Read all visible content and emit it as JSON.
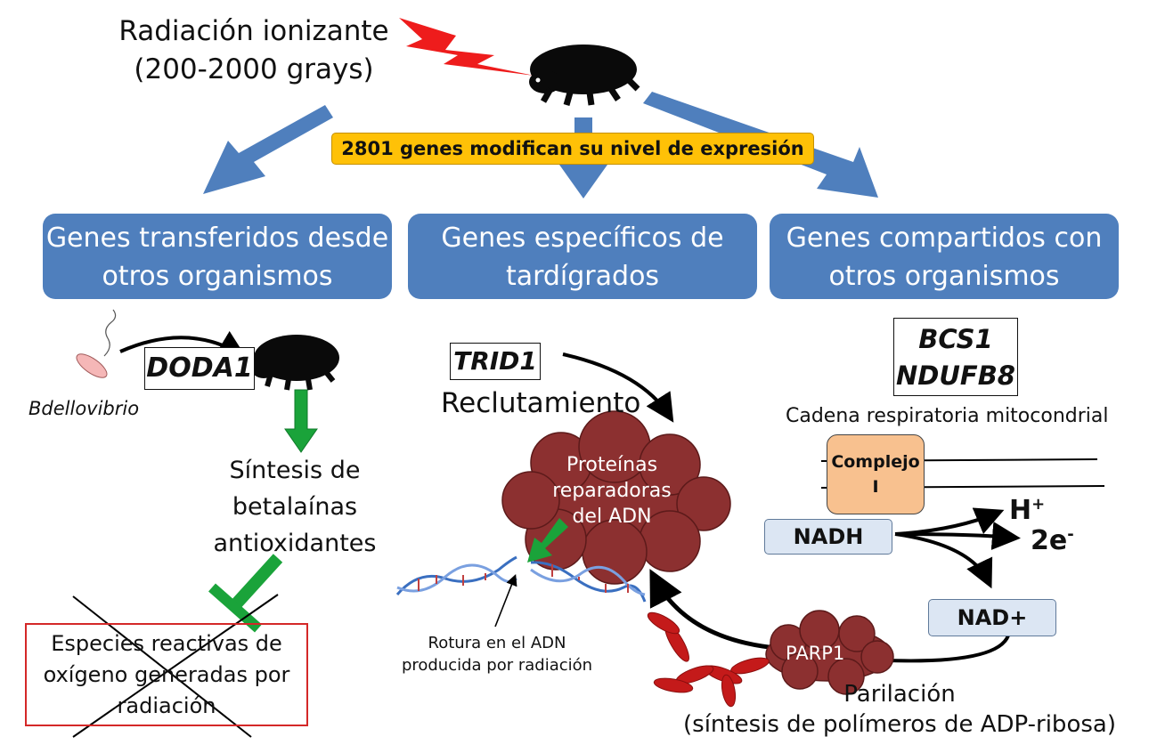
{
  "top": {
    "title_line1": "Radiación ionizante",
    "title_line2": "(200-2000 grays)",
    "banner": "2801 genes modifican su nivel de expresión"
  },
  "categories": [
    {
      "line1": "Genes transferidos desde",
      "line2": "otros organismos"
    },
    {
      "line1": "Genes específicos de",
      "line2": "tardígrados"
    },
    {
      "line1": "Genes compartidos con",
      "line2": "otros organismos"
    }
  ],
  "left": {
    "gene": "DODA1",
    "bacterium": "Bdellovibrio",
    "synthesis_line1": "Síntesis de",
    "synthesis_line2": "betalaínas",
    "synthesis_line3": "antioxidantes",
    "ros_line1": "Especies reactivas de",
    "ros_line2": "oxígeno generadas por",
    "ros_line3": "radiación"
  },
  "middle": {
    "gene": "TRID1",
    "recruitment": "Reclutamiento",
    "repair_line1": "Proteínas",
    "repair_line2": "reparadoras",
    "repair_line3": "del ADN",
    "break_line1": "Rotura en el ADN",
    "break_line2": "producida por radiación"
  },
  "right": {
    "gene_line1": "BCS1",
    "gene_line2": "NDUFB8",
    "chain": "Cadena respiratoria mitocondrial",
    "complex_line1": "Complejo",
    "complex_line2": "I",
    "nadh": "NADH",
    "nadplus": "NAD+",
    "h": "H",
    "h_sup": "+",
    "e": "2e",
    "e_sup": "-",
    "parp": "PARP1",
    "parylation_line1": "Parilación",
    "parylation_line2": "(síntesis de polímeros de ADP-ribosa)"
  },
  "colors": {
    "category_fill": "#4f7fbd",
    "banner_fill": "#ffc107",
    "lightning": "#ee1c1c",
    "green_arrow": "#1aa33a",
    "cloud": "#8c3030",
    "complex_fill": "#f8c18f",
    "nad_fill": "#dce6f3"
  }
}
